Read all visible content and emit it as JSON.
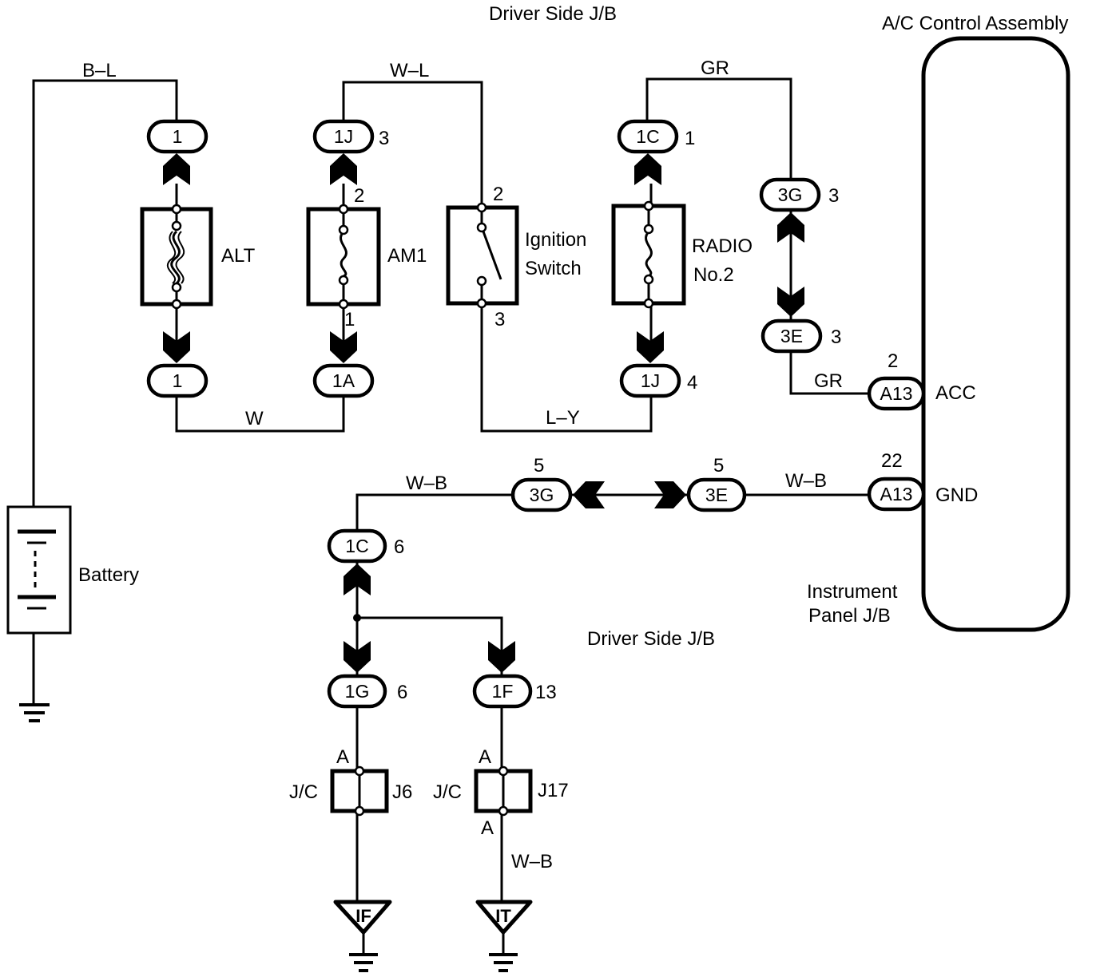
{
  "headings": {
    "driver_jb_top": "Driver Side J/B",
    "ac_assembly": "A/C Control Assembly",
    "driver_jb_bottom": "Driver Side J/B",
    "instrument_panel_line1": "Instrument",
    "instrument_panel_line2": "Panel J/B"
  },
  "wires": {
    "bl": "B–L",
    "wl": "W–L",
    "gr_top": "GR",
    "w": "W",
    "ly": "L–Y",
    "gr_acc": "GR",
    "wb_left": "W–B",
    "wb_right": "W–B",
    "wb_bottom": "W–B"
  },
  "components": {
    "alt": "ALT",
    "am1": "AM1",
    "ign1": "Ignition",
    "ign2": "Switch",
    "radio1": "RADIO",
    "radio2": "No.2",
    "battery": "Battery"
  },
  "connectors": {
    "c_alt_top": "1",
    "c_alt_bot": "1",
    "c_1j_top": "1J",
    "c_1a": "1A",
    "c_1c_top": "1C",
    "c_1j_bot": "1J",
    "c_3g_top": "3G",
    "c_3e_top": "3E",
    "c_a13_acc": "A13",
    "c_a13_gnd": "A13",
    "c_3g_mid": "3G",
    "c_3e_mid": "3E",
    "c_1c_mid": "1C",
    "c_1g": "1G",
    "c_1f": "1F"
  },
  "pins": {
    "p_1j_top": "3",
    "p_am1_top": "2",
    "p_am1_bot": "1",
    "p_ign_top": "2",
    "p_ign_bot": "3",
    "p_1c_top": "1",
    "p_1j_bot": "4",
    "p_3g_top": "3",
    "p_3e_top": "3",
    "p_acc": "2",
    "p_gnd": "22",
    "p_3g_mid": "5",
    "p_3e_mid": "5",
    "p_1c_mid": "6",
    "p_1g": "6",
    "p_1f": "13",
    "jc1_top": "A",
    "jc2_top": "A",
    "jc2_bot": "A"
  },
  "terminals": {
    "acc": "ACC",
    "gnd": "GND"
  },
  "junctions": {
    "jc_left": "J/C",
    "j6": "J6",
    "jc_right": "J/C",
    "j17": "J17"
  },
  "grounds": {
    "g_if": "IF",
    "g_it": "IT"
  }
}
